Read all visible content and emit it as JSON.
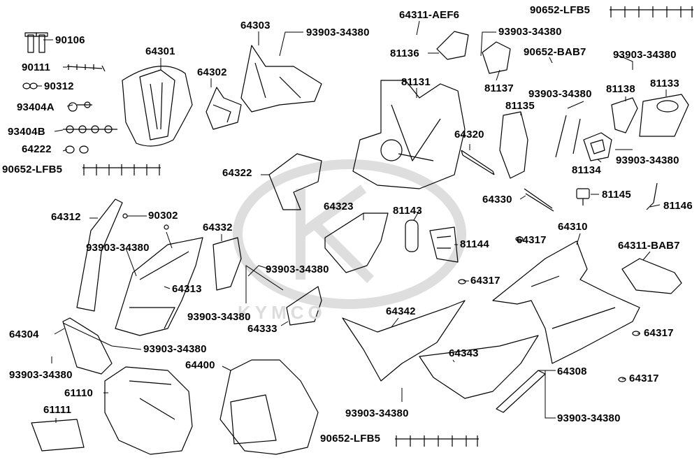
{
  "watermark": {
    "brand": "KYMCO"
  },
  "labels": {
    "p90106": "90106",
    "p90111": "90111",
    "p90312": "90312",
    "p93404A": "93404A",
    "p93404B": "93404B",
    "p64222": "64222",
    "p90652_LFB5_a": "90652-LFB5",
    "p64301": "64301",
    "p64303": "64303",
    "p93903_a": "93903-34380",
    "p64302": "64302",
    "p64311_AEF6": "64311-AEF6",
    "p81136": "81136",
    "p93903_b": "93903-34380",
    "p90652_LFB5_b": "90652-LFB5",
    "p90652_BAB7": "90652-BAB7",
    "p93903_c": "93903-34380",
    "p81131": "81131",
    "p81137": "81137",
    "p81138": "81138",
    "p81133": "81133",
    "p93903_d": "93903-34380",
    "p81135": "81135",
    "p64320": "64320",
    "p81134": "81134",
    "p93903_e": "93903-34380",
    "p64322": "64322",
    "p64330": "64330",
    "p81145": "81145",
    "p81146": "81146",
    "p64312": "64312",
    "p90302": "90302",
    "p64323": "64323",
    "p81143": "81143",
    "p64332": "64332",
    "p93903_f": "93903-34380",
    "p81144": "81144",
    "p64317_a": "64317",
    "p64310": "64310",
    "p64311_BAB7": "64311-BAB7",
    "p93903_g": "93903-34380",
    "p64313": "64313",
    "p64317_b": "64317",
    "p93903_h": "93903-34380",
    "p64333": "64333",
    "p64342": "64342",
    "p64317_c": "64317",
    "p64304": "64304",
    "p93903_i": "93903-34380",
    "p64343": "64343",
    "p93903_j": "93903-34380",
    "p64400": "64400",
    "p64308": "64308",
    "p61110": "61110",
    "p64317_d": "64317",
    "p93903_k": "93903-34380",
    "p61111": "61111",
    "p93903_l": "93903-34380",
    "p90652_LFB5_c": "90652-LFB5"
  }
}
